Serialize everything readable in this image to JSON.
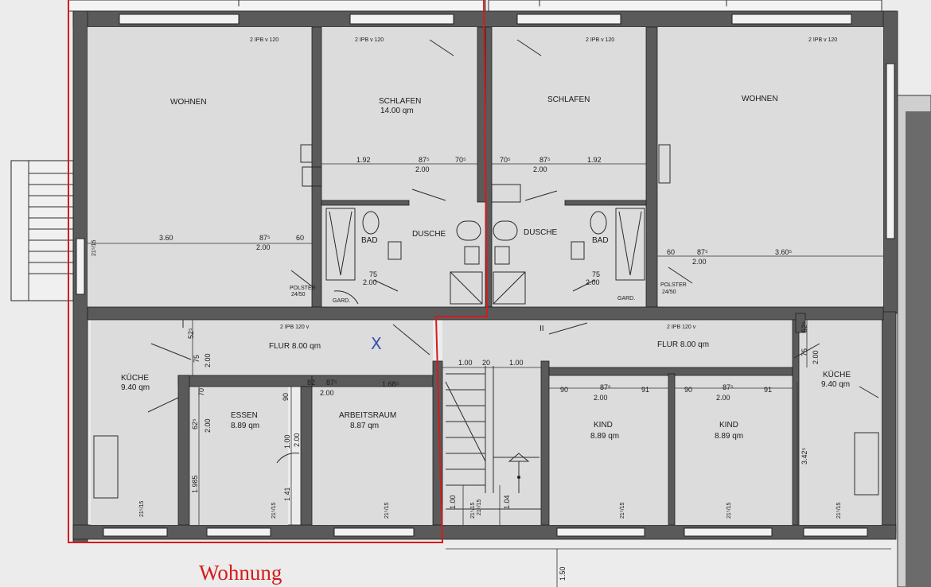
{
  "rooms": {
    "wohnen_left": "WOHNEN",
    "wohnen_right": "WOHNEN",
    "schlafen_left": "SCHLAFEN",
    "schlafen_left_area": "14.00 qm",
    "schlafen_right": "SCHLAFEN",
    "bad_left": "BAD",
    "bad_right": "BAD",
    "dusche_left": "DUSCHE",
    "dusche_right": "DUSCHE",
    "gard_left": "GARD.",
    "gard_right": "GARD.",
    "polster_left": "POLSTER",
    "polster_left_size": "24/50",
    "polster_right": "POLSTER",
    "polster_right_size": "24/50",
    "flur_left": "FLUR 8.00 qm",
    "flur_right": "FLUR 8.00 qm",
    "kueche_left": "KÜCHE",
    "kueche_left_area": "9.40 qm",
    "kueche_right": "KÜCHE",
    "kueche_right_area": "9.40 qm",
    "essen": "ESSEN",
    "essen_area": "8.89 qm",
    "arbeitsraum": "ARBEITSRAUM",
    "arbeitsraum_area": "8.87 qm",
    "kind_1": "KIND",
    "kind_1_area": "8.89 qm",
    "kind_2": "KIND",
    "kind_2_area": "8.89 qm",
    "stair_marker": "II"
  },
  "beams": {
    "b1": "2 IPB v 120",
    "b2": "2 IPB v 120",
    "b3": "2 IPB v 120",
    "b4": "2 IPB v 120",
    "b5": "2 IPB 120 v",
    "b6": "2 IPB 120 v"
  },
  "dims": {
    "d_192_left": "1.92",
    "d_875_schl_left": "87⁵",
    "d_200_schl_left": "2.00",
    "d_705_left": "70⁵",
    "d_705_right": "70⁵",
    "d_875_schl_right": "87⁵",
    "d_200_schl_right": "2.00",
    "d_192_right": "1.92",
    "d_360": "3.60",
    "d_875_woh_left": "87⁵",
    "d_200_woh_left": "2.00",
    "d_60_left": "60",
    "d_60_right": "60",
    "d_875_woh_right": "87⁵",
    "d_200_woh_right": "2.00",
    "d_3605": "3.60⁵",
    "d_75_bad_left": "75",
    "d_200_bad_left": "2.00",
    "d_75_bad_right": "75",
    "d_200_bad_right": "2.00",
    "d_525_left": "52⁵",
    "d_75_kue_left": "75",
    "d_200_kue_left": "2.00",
    "d_525_right": "52⁵",
    "d_75_kue_right": "75",
    "d_200_kue_right": "2.00",
    "d_70_ess": "70",
    "d_625_ess": "62⁵",
    "d_200_ess": "2.00",
    "d_1985": "1.985",
    "d_90_ess": "90",
    "d_100_ess": "1.00",
    "d_200_ess2": "2.00",
    "d_141": "1.41",
    "d_82": "82",
    "d_875_arb": "87⁵",
    "d_200_arb": "2.00",
    "d_1685": "1.68⁵",
    "d_100_st1": "1.00",
    "d_20": "20",
    "d_100_st2": "1.00",
    "d_100_low": "1.00",
    "d_104": "1.04",
    "d_90_k1": "90",
    "d_875_k1": "87⁵",
    "d_200_k1": "2.00",
    "d_91_k1": "91",
    "d_90_k2": "90",
    "d_875_k2": "87⁵",
    "d_200_k2": "2.00",
    "d_91_k2": "91",
    "d_3425": "3.42⁵",
    "d_150": "1.50",
    "n_215_a": "21⁵/15",
    "n_215_b": "21⁵/15",
    "n_215_c": "21⁵/15",
    "n_215_d": "21⁵/15",
    "n_215_e": "21⁵/15",
    "n_215_f": "21⁵/15",
    "n_215_g": "21⁵/15",
    "n_215_h": "21⁵/15",
    "n_215_i": "21⁵/15"
  },
  "annotation": {
    "caption": "Wohnung",
    "mark": "X",
    "mark_color": "#3a4fb0",
    "outline_color": "#d61b1b"
  }
}
